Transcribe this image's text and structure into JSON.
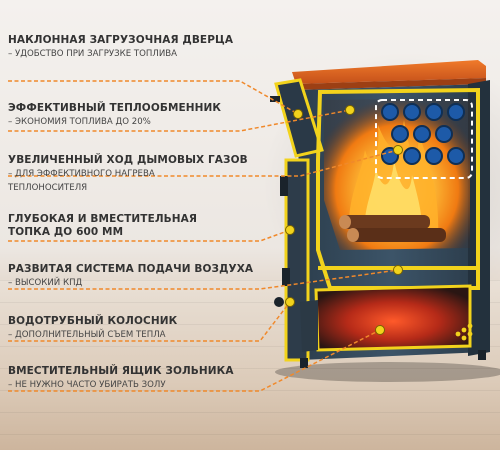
{
  "features": [
    {
      "title": "НАКЛОННАЯ ЗАГРУЗОЧНАЯ ДВЕРЦА",
      "subtitle": "– УДОБСТВО ПРИ ЗАГРУЗКЕ ТОПЛИВА"
    },
    {
      "title": "ЭФФЕКТИВНЫЙ ТЕПЛООБМЕННИК",
      "subtitle": "– ЭКОНОМИЯ ТОПЛИВА ДО 20%"
    },
    {
      "title": "УВЕЛИЧЕННЫЙ ХОД ДЫМОВЫХ ГАЗОВ",
      "subtitle": "– ДЛЯ ЭФФЕКТИВНОГО НАГРЕВА",
      "subtitle2": "ТЕПЛОНОСИТЕЛЯ"
    },
    {
      "title": "ГЛУБОКАЯ И ВМЕСТИТЕЛЬНАЯ",
      "title2": "ТОПКА ДО 600 ММ"
    },
    {
      "title": "РАЗВИТАЯ СИСТЕМА ПОДАЧИ ВОЗДУХА",
      "subtitle": "– ВЫСОКИЙ КПД"
    },
    {
      "title": "ВОДОТРУБНЫЙ КОЛОСНИК",
      "subtitle": "– ДОПОЛНИТЕЛЬНЫЙ СЪЕМ ТЕПЛА"
    },
    {
      "title": "ВМЕСТИТЕЛЬНЫЙ ЯЩИК ЗОЛЬНИКА",
      "subtitle": "– НЕ НУЖНО ЧАСТО УБИРАТЬ ЗОЛУ"
    }
  ],
  "colors": {
    "leader": "#f0892b",
    "body": "#34495a",
    "frame": "#f2d31c",
    "top": "#e0661f",
    "fire": "#ff9a1e"
  }
}
